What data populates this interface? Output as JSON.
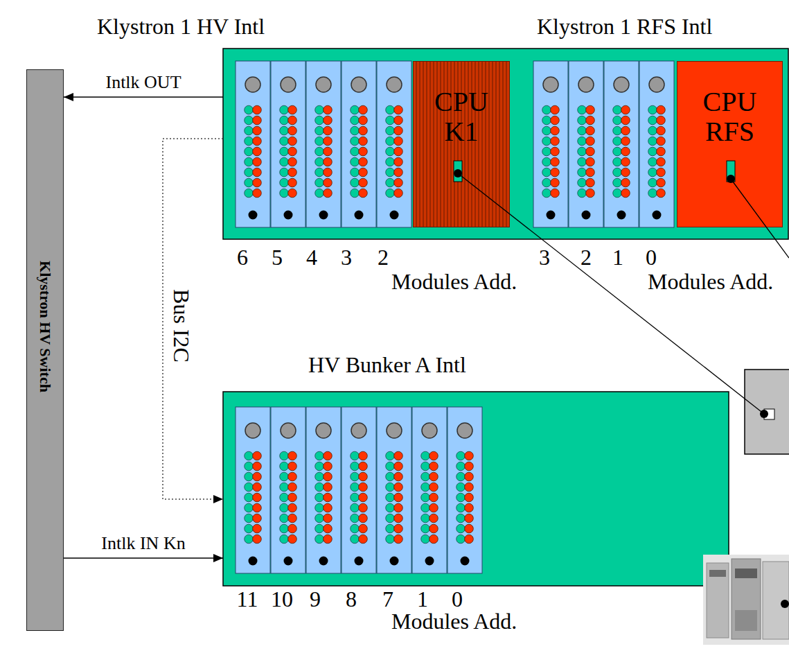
{
  "diagram": {
    "nodes": [
      {
        "text": [
          "Klystron 1 HV Intl"
        ]
      },
      {
        "text": [
          "CPU K1"
        ],
        "in": 0
      },
      {
        "text": [
          "Klystron 1 RFS Intl"
        ]
      },
      {
        "text": [
          "CPU RFS"
        ],
        "in": 2
      },
      {
        "text": [
          "Klystron HV Switch"
        ]
      },
      {
        "text": [
          "HV Bunker A Intl"
        ]
      }
    ],
    "edges": [
      {
        "from": 0,
        "to": 4,
        "arrow": "to",
        "label": "Intlk OUT"
      },
      {
        "from": 0,
        "to": 5,
        "arrow": "to",
        "label": "Bus I2C"
      },
      {
        "from": 4,
        "to": 5,
        "arrow": "to",
        "label": "Intlk IN Kn"
      }
    ],
    "labels": [
      "6",
      "5",
      "4",
      "3",
      "2",
      "Modules Add.",
      "3",
      "2",
      "1",
      "0",
      "Modules Add.",
      "11",
      "10",
      "9",
      "8",
      "7",
      "1",
      "0",
      "Modules Add."
    ]
  }
}
